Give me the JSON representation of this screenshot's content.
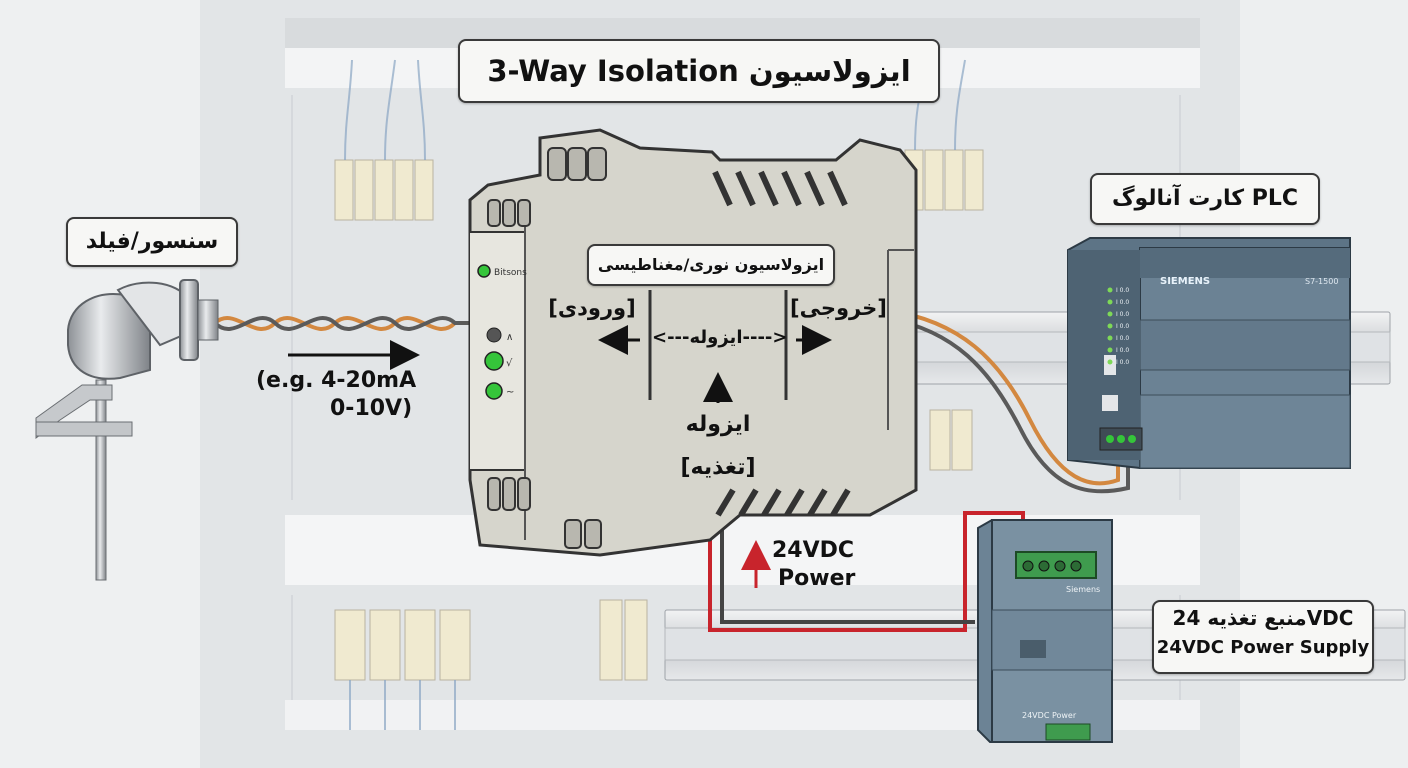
{
  "title": "3-Way Isolation ایزولاسیون",
  "sensor": {
    "label": "سنسور/فیلد",
    "signal_line1": "(e.g. 4-20mA",
    "signal_line2": "0-10V)"
  },
  "isolator": {
    "brand": "Bitsons",
    "header": "ایزولاسیون نوری/مغناطیسی",
    "input_label": "[ورودی]",
    "output_label": "[خروجی]",
    "center_label": "<---ایزوله---->",
    "bottom_label1": "ایزوله",
    "bottom_label2": "[تغذیه]",
    "led_symbols": [
      "∧",
      "√",
      "~"
    ]
  },
  "plc": {
    "label": "کارت آنالوگ PLC",
    "brand": "SIEMENS",
    "model1": "S7-1500",
    "led_texts": [
      "I 0.0",
      "I 0.0",
      "I 0.0",
      "I 0.0",
      "I 0.0",
      "I 0.0",
      "I 0.0"
    ]
  },
  "power": {
    "arrow_label1": "24VDC",
    "arrow_label2": "Power",
    "supply_label1": "منبع تغذیه 24VDC",
    "supply_label2": "24VDC Power Supply",
    "unit_text": "24VDC Power",
    "unit_brand": "Siemens"
  },
  "colors": {
    "wire_orange": "#d38840",
    "wire_gray": "#5a5a5a",
    "wire_red": "#c8242c",
    "isolator_body": "#d6d5cc",
    "plc_body": "#5d7486",
    "led_green": "#35c53a"
  }
}
